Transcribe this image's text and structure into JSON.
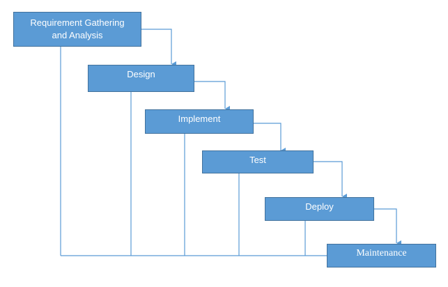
{
  "diagram": {
    "stages": [
      {
        "id": "requirements",
        "label": "Requirement Gathering\nand Analysis"
      },
      {
        "id": "design",
        "label": "Design"
      },
      {
        "id": "implement",
        "label": "Implement"
      },
      {
        "id": "test",
        "label": "Test"
      },
      {
        "id": "deploy",
        "label": "Deploy"
      },
      {
        "id": "maintenance",
        "label": "Maintenance"
      }
    ],
    "colors": {
      "box_fill": "#5b9bd5",
      "box_border": "#41719c",
      "connector": "#5b9bd5",
      "text": "#ffffff"
    }
  }
}
